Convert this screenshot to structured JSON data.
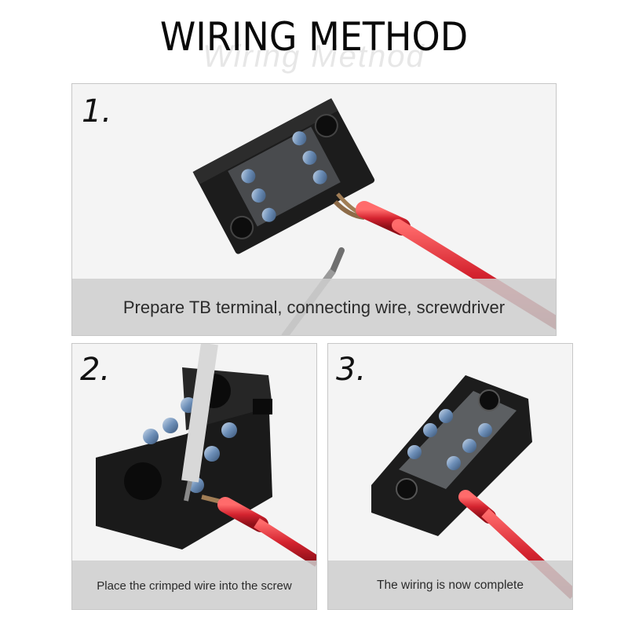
{
  "header": {
    "title": "WIRING METHOD",
    "watermark": "Wiring Method"
  },
  "steps": [
    {
      "number": "1.",
      "caption": "Prepare TB terminal, connecting wire, screwdriver"
    },
    {
      "number": "2.",
      "caption": "Place the crimped wire into the screw"
    },
    {
      "number": "3.",
      "caption": "The wiring is now complete"
    }
  ],
  "colors": {
    "wire": "#d4232f",
    "terminal_block": "#1c1c1c",
    "screw": "#6d8fb8",
    "caption_bar": "#cecece"
  }
}
